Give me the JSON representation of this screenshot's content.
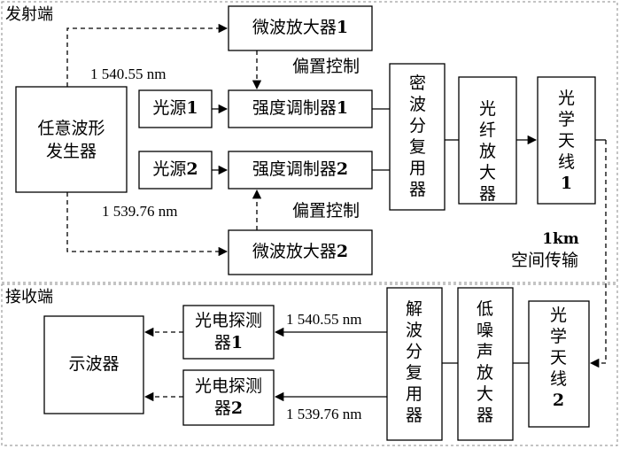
{
  "sections": {
    "transmitter": "发射端",
    "receiver": "接收端"
  },
  "transmitter": {
    "awg": "任意波形\n发生器",
    "mw_amp_1": {
      "text": "微波放大器",
      "num": "1"
    },
    "mw_amp_2": {
      "text": "微波放大器",
      "num": "2"
    },
    "laser_1": {
      "text": "光源",
      "num": "1"
    },
    "laser_2": {
      "text": "光源",
      "num": "2"
    },
    "modulator_1": {
      "text": "强度调制器",
      "num": "1"
    },
    "modulator_2": {
      "text": "强度调制器",
      "num": "2"
    },
    "bias_control_1": "偏置控制",
    "bias_control_2": "偏置控制",
    "wavelength_1": "1 540.55 nm",
    "wavelength_2": "1 539.76 nm",
    "multiplexer": "密波分复用器",
    "fiber_amp": "光纤放大器",
    "antenna_1": {
      "text": "光学天线",
      "num": "1"
    }
  },
  "link": {
    "distance": "1km",
    "label": "空间传输"
  },
  "receiver": {
    "antenna_2": {
      "text": "光学天线",
      "num": "2"
    },
    "lna": "低噪声放大器",
    "demultiplexer": "解波分复用器",
    "detector_1": {
      "text": "光电探测器",
      "num": "1"
    },
    "detector_2": {
      "text": "光电探测器",
      "num": "2"
    },
    "wavelength_1": "1 540.55 nm",
    "wavelength_2": "1 539.76 nm",
    "oscilloscope": "示波器"
  },
  "colors": {
    "line": "#000000",
    "section_border": "#888888",
    "background": "#ffffff"
  }
}
